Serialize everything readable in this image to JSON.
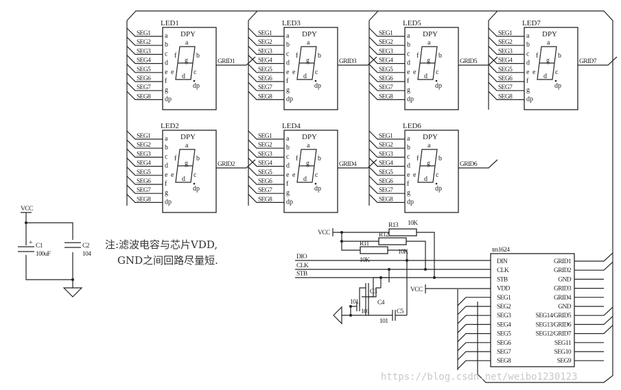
{
  "title": "TM1624 7-digit LED display driver schematic",
  "leds": [
    {
      "name": "LED1",
      "grid": "GRID1"
    },
    {
      "name": "LED2",
      "grid": "GRID2"
    },
    {
      "name": "LED3",
      "grid": "GRID3"
    },
    {
      "name": "LED4",
      "grid": "GRID4"
    },
    {
      "name": "LED5",
      "grid": "GRID5"
    },
    {
      "name": "LED6",
      "grid": "GRID6"
    },
    {
      "name": "LED7",
      "grid": "GRID7"
    }
  ],
  "led_part": "DPY",
  "seg_pins": [
    "SEG1",
    "SEG2",
    "SEG3",
    "SEG4",
    "SEG5",
    "SEG6",
    "SEG7",
    "SEG8"
  ],
  "seg_letters": [
    "a",
    "b",
    "c",
    "d",
    "e",
    "f",
    "g",
    "dp"
  ],
  "digit_labels": {
    "a": "a",
    "b": "b",
    "c": "c",
    "d": "d",
    "e": "e",
    "f": "f",
    "g": "g",
    "dp": "dp"
  },
  "power": {
    "vcc": "VCC",
    "c1": {
      "name": "C1",
      "value": "100uF",
      "polarity": "+"
    },
    "c2": {
      "name": "C2",
      "value": "104"
    }
  },
  "note": {
    "line1": "注:滤波电容与芯片VDD,",
    "line2": "GND之间回路尽量短."
  },
  "pullups": {
    "vcc": "VCC",
    "r13": {
      "name": "R13",
      "value": "10K"
    },
    "r12": {
      "name": "R12"
    },
    "r11": {
      "name": "R11",
      "value": "10K"
    },
    "r_extra_value": "10K"
  },
  "signals": [
    "DIO",
    "CLK",
    "STB"
  ],
  "caps": [
    {
      "name": "C3",
      "value": "101"
    },
    {
      "name": "C4",
      "value": "101"
    },
    {
      "name": "C5",
      "value": "101"
    }
  ],
  "vdd_vcc": "VCC",
  "ic": {
    "name": "tm1624",
    "left_pins": [
      "DIN",
      "CLK",
      "STB",
      "VDD",
      "SEG1",
      "SEG2",
      "SEG3",
      "SEG4",
      "SEG5",
      "SEG6",
      "SEG7",
      "SEG8"
    ],
    "right_pins": [
      "GRID1",
      "GRID2",
      "GND",
      "GRID3",
      "GRID4",
      "GND",
      "SEG14/GRID5",
      "SEG13/GRID6",
      "SEG12/GRID7",
      "SEG11",
      "SEG10",
      "SEG9"
    ]
  },
  "watermark": "https://blog.csdn.net/weibo1230123"
}
